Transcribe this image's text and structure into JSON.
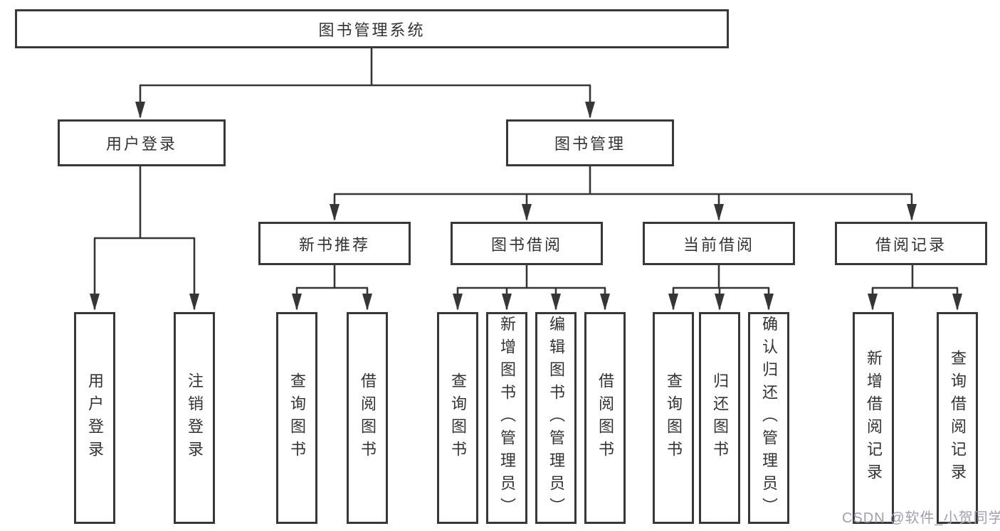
{
  "diagram": {
    "root": {
      "label": "图书管理系统"
    },
    "level2": [
      {
        "label": "用户登录"
      },
      {
        "label": "图书管理"
      }
    ],
    "level3": [
      {
        "label": "新书推荐"
      },
      {
        "label": "图书借阅"
      },
      {
        "label": "当前借阅"
      },
      {
        "label": "借阅记录"
      }
    ],
    "leaves": [
      {
        "label": "用户登录"
      },
      {
        "label": "注销登录"
      },
      {
        "label": "查询图书"
      },
      {
        "label": "借阅图书"
      },
      {
        "label": "查询图书"
      },
      {
        "label": "新增图书（管理员）"
      },
      {
        "label": "编辑图书（管理员）"
      },
      {
        "label": "借阅图书"
      },
      {
        "label": "查询图书"
      },
      {
        "label": "归还图书"
      },
      {
        "label": "确认归还（管理员）"
      },
      {
        "label": "新增借阅记录"
      },
      {
        "label": "查询借阅记录"
      }
    ],
    "watermark": "CSDN @软件_小贺同学",
    "colors": {
      "line": "#363636",
      "border": "#383838",
      "text": "#333333",
      "watermark": "#a0a0a8",
      "background": "#ffffff"
    }
  }
}
